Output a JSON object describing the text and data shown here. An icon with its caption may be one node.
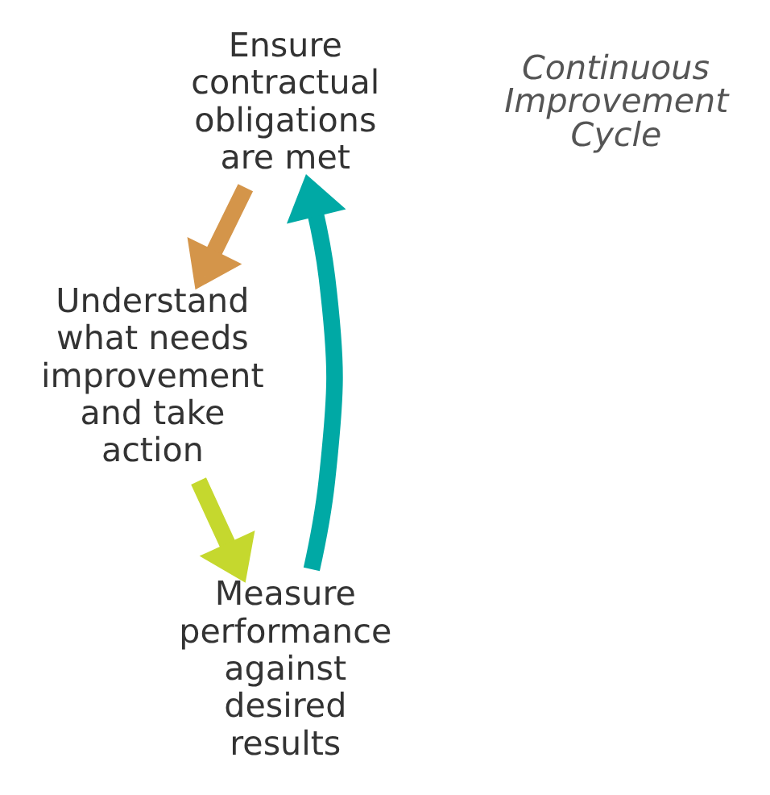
{
  "diagram": {
    "nodes": [
      {
        "text": [
          "Ensure contractual obligations are met"
        ]
      },
      {
        "text": [
          "Understand what needs improvement and take action"
        ]
      },
      {
        "text": [
          "Measure performance against desired results"
        ]
      }
    ],
    "edges": [
      {
        "from": 2,
        "to": 0,
        "arrow": "to",
        "color": "#00a9a5"
      },
      {
        "from": 0,
        "to": 1,
        "arrow": "to",
        "color": "#d4954a"
      },
      {
        "from": 1,
        "to": 2,
        "arrow": "to",
        "color": "#c5d82e"
      }
    ],
    "labels": [
      "Continuous Improvement Cycle"
    ]
  }
}
